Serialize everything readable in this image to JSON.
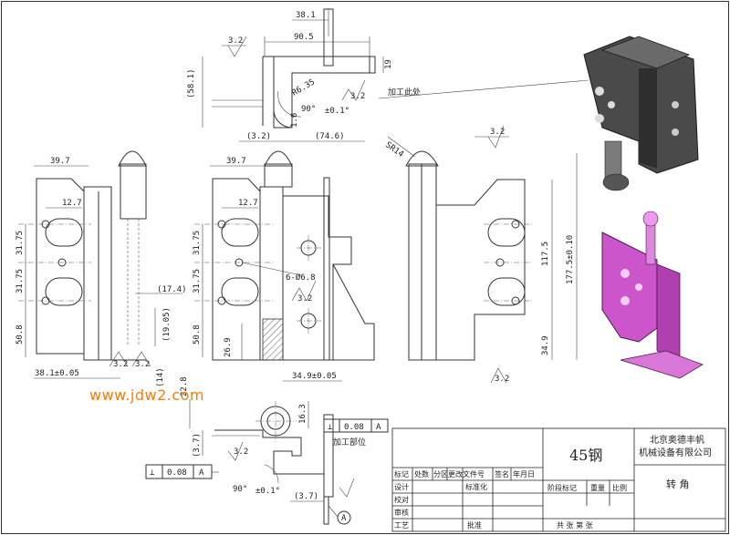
{
  "watermark": "www.jdw2.com",
  "dims_top_view": {
    "d_38_1": "38.1",
    "d_90_5": "90.5",
    "d_58_1": "(58.1)",
    "d_19": "19",
    "d_r6_35": "R6.35",
    "d_90deg": "90°",
    "d_tol": "±0.1°",
    "d_1_6": "1.6",
    "d_3_2a": "(3.2)",
    "d_74_6": "(74.6)",
    "rough_1": "3.2",
    "rough_2": "3.2",
    "note": "加工此处"
  },
  "dims_front": {
    "d_39_7": "39.7",
    "d_12_7": "12.7",
    "d_31_75a": "31.75",
    "d_31_75b": "31.75",
    "d_50_8": "50.8",
    "d_17_4": "(17.4)",
    "d_19_05": "(19.05)",
    "d_14": "(14)",
    "d_38_1": "38.1±0.05",
    "rough_a": "3.2",
    "rough_b": "3.2"
  },
  "dims_mid": {
    "d_39_7": "39.7",
    "d_12_7": "12.7",
    "d_31_75a": "31.75",
    "d_31_75b": "31.75",
    "d_50_8": "50.8",
    "d_26_9": "26.9",
    "d_holes": "6-Ø6.8",
    "d_34_9": "34.9±0.05",
    "rough": "3.2"
  },
  "dims_side": {
    "d_sr14": "SR14",
    "d_117_5": "117.5",
    "d_177_5": "177.5±0.10",
    "d_34_9": "34.9",
    "rough_a": "3.2",
    "rough_b": "3.2"
  },
  "dims_bottom": {
    "d_22_8": "22.8",
    "d_16_3": "16.3",
    "d_3_7a": "(3.7)",
    "d_3_7b": "(3.7)",
    "d_90deg": "90°",
    "d_tol": "±0.1°",
    "rough": "3.2",
    "note": "加工部位",
    "gdt1_sym": "⊥",
    "gdt1_val": "0.08",
    "gdt1_ref": "A",
    "gdt2_sym": "⊥",
    "gdt2_val": "0.08",
    "gdt2_ref": "A",
    "datum": "A"
  },
  "title_block": {
    "material": "45钢",
    "company_line1": "北京奥德丰帆",
    "company_line2": "机械设备有限公司",
    "part_name": "转 角",
    "h_mark": "标记",
    "h_qty": "处数",
    "h_zone": "分区",
    "h_change": "更改文件号",
    "h_sign": "签名",
    "h_date": "年月日",
    "r_design": "设计",
    "r_std": "标准化",
    "r_check": "校对",
    "r_review": "审核",
    "r_process": "工艺",
    "r_approve": "批准",
    "stage": "阶段标记",
    "weight": "重量",
    "scale": "比例",
    "sheets": "共 张 第 张"
  }
}
